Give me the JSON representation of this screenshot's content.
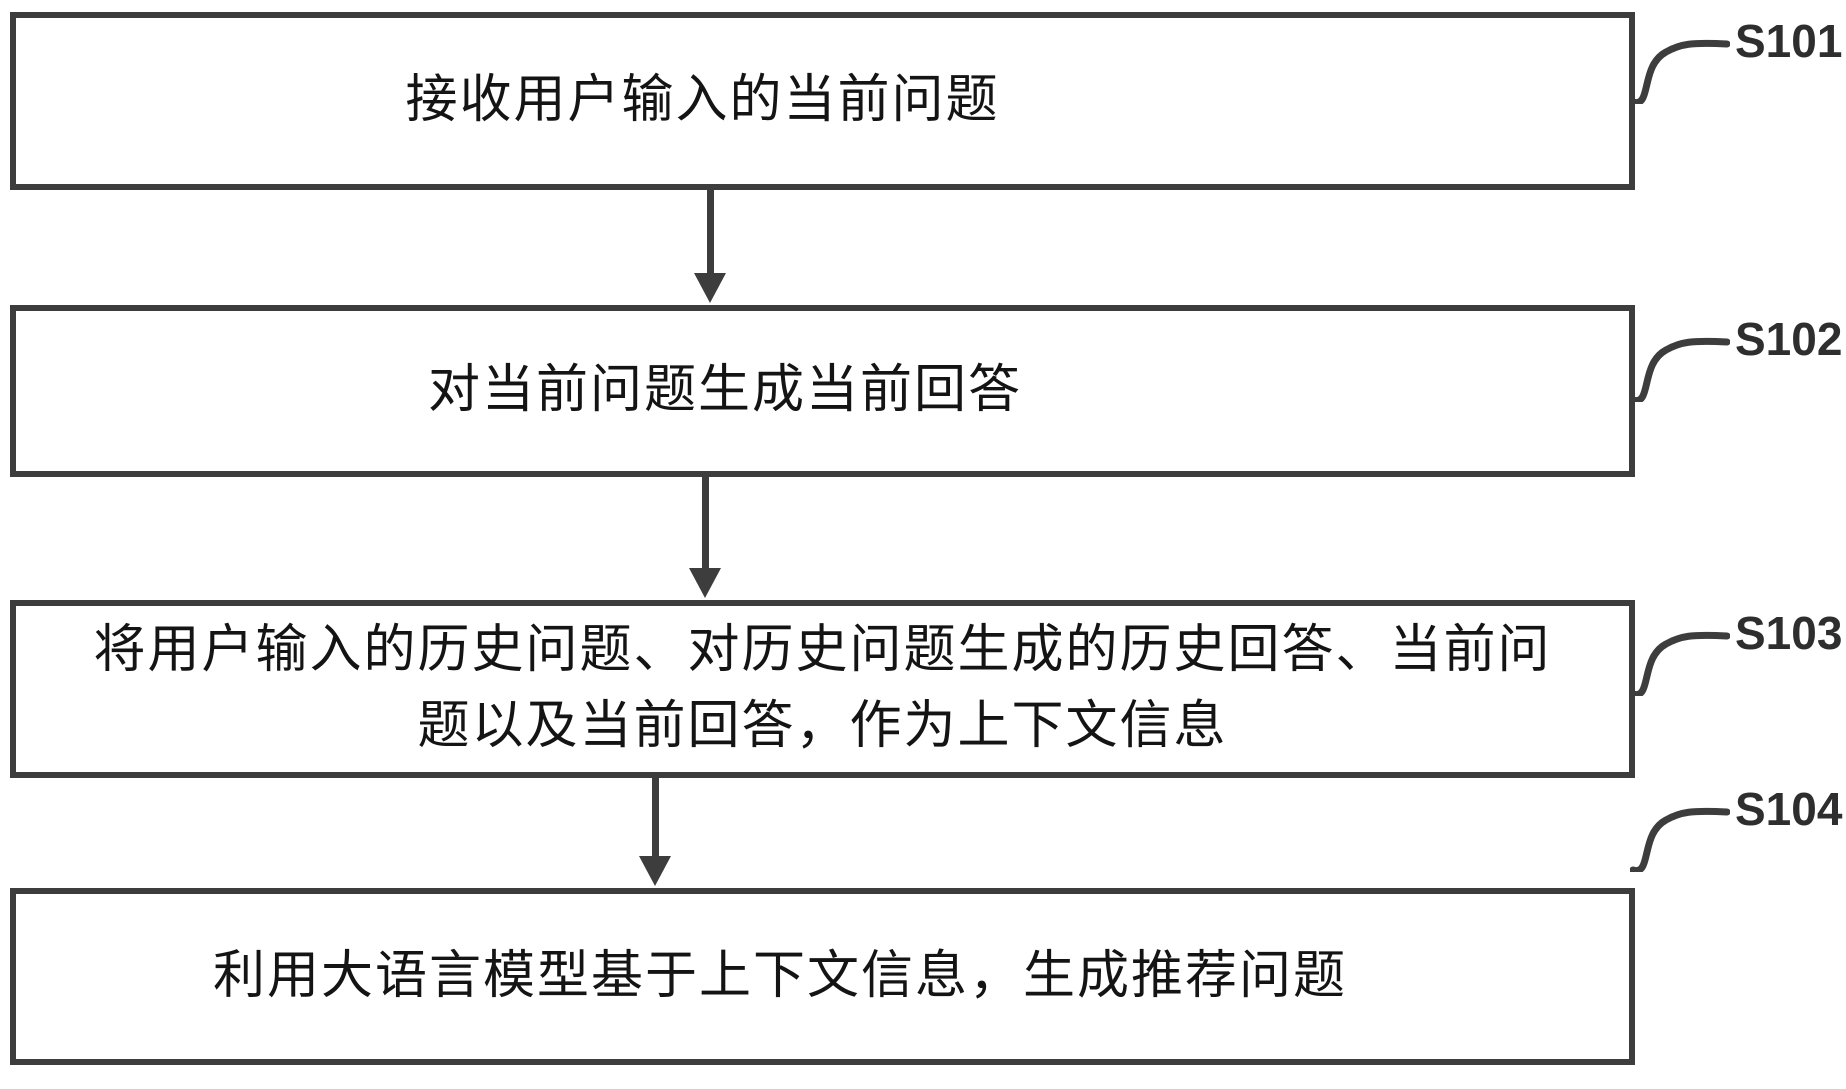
{
  "steps": [
    {
      "label": "S101",
      "lines": [
        "接收用户输入的当前问题"
      ]
    },
    {
      "label": "S102",
      "lines": [
        "对当前问题生成当前回答"
      ]
    },
    {
      "label": "S103",
      "lines": [
        "将用户输入的历史问题、对历史问题生成的历史回答、当前问",
        "题以及当前回答，作为上下文信息"
      ]
    },
    {
      "label": "S104",
      "lines": [
        "利用大语言模型基于上下文信息，生成推荐问题"
      ]
    }
  ],
  "colors": {
    "line": "#3d3d3d",
    "text": "#141414",
    "background": "#ffffff"
  }
}
